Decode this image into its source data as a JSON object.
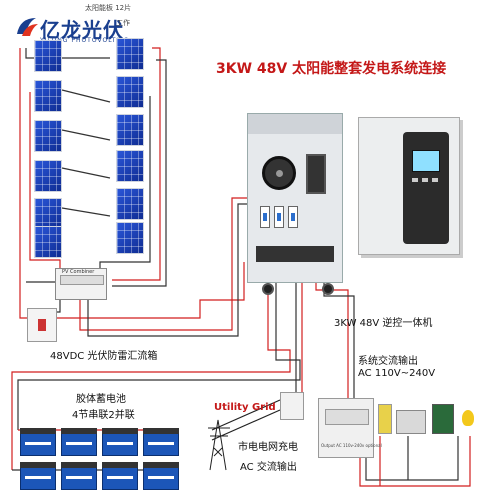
{
  "header": {
    "brand": "亿龙光伏",
    "brand_sub": "YILONG PHOTOVOLTAIC",
    "panels_caption": "太阳能板 12片",
    "work_caption": "工作"
  },
  "title": "3KW 48V 太阳能整套发电系统连接",
  "labels": {
    "combiner": "48VDC 光伏防雷汇流箱",
    "combiner_plate": "PV Combiner",
    "inverter": "3KW 48V 逆控一体机",
    "battery_line1": "胶体蓄电池",
    "battery_line2": "4节串联2并联",
    "ac_out_line1": "系统交流输出",
    "ac_out_line2": "AC 110V~240V",
    "grid_title": "Utility Grid",
    "grid_line1": "市电电网充电",
    "grid_line2": "AC 交流输出",
    "output_note": "Output AC 110v-240v optional"
  },
  "icons": {
    "logo": "logo-icon",
    "solar": "solar-panel-icon",
    "battery": "battery-icon",
    "fan": "fan-icon"
  },
  "colors": {
    "title": "#c41818",
    "wire_red": "#d21f1f",
    "wire_dark": "#333333",
    "panel": "#1a3fbf",
    "battery": "#1c56b8"
  }
}
